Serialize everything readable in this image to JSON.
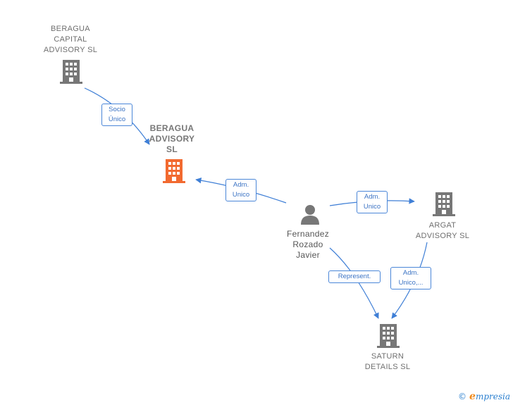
{
  "nodes": {
    "beragua_capital": {
      "label": "BERAGUA\nCAPITAL\nADVISORY SL"
    },
    "beragua_advisory": {
      "label": "BERAGUA\nADVISORY\nSL"
    },
    "fernandez": {
      "label": "Fernandez\nRozado\nJavier"
    },
    "argat": {
      "label": "ARGAT\nADVISORY  SL"
    },
    "saturn": {
      "label": "SATURN\nDETAILS  SL"
    }
  },
  "edges": {
    "socio_unico": "Socio\nÚnico",
    "adm_unico_beragua": "Adm.\nUnico",
    "adm_unico_argat": "Adm.\nUnico",
    "represent": "Represent.",
    "adm_unico_saturn": "Adm.\nUnico,..."
  },
  "colors": {
    "building": "#777777",
    "building_main": "#f26a30",
    "edge": "#3f7fd6",
    "person": "#777777"
  },
  "footer": {
    "copyright": "©",
    "brand_initial": "e",
    "brand_rest": "mpresia"
  }
}
